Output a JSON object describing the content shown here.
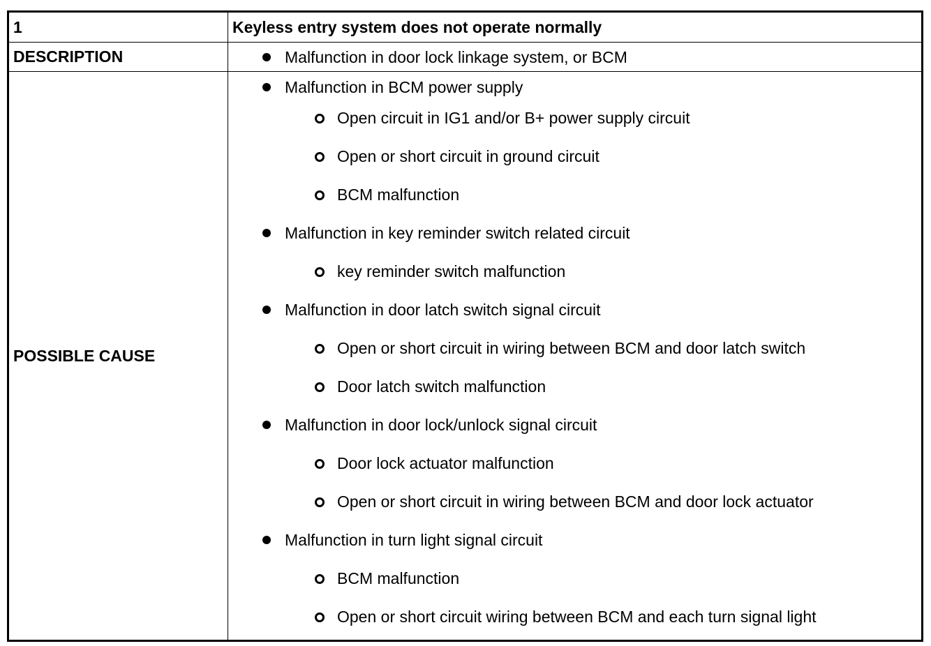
{
  "header": {
    "number": "1",
    "title": "Keyless entry system does not operate normally"
  },
  "description": {
    "label": "DESCRIPTION",
    "text": "Malfunction in door lock linkage system, or BCM"
  },
  "possible_cause": {
    "label": "POSSIBLE CAUSE",
    "items": [
      {
        "level": 1,
        "text": "Malfunction in BCM power supply"
      },
      {
        "level": 2,
        "text": "Open circuit in IG1 and/or B+ power supply circuit"
      },
      {
        "level": 2,
        "text": "Open or short circuit in ground circuit"
      },
      {
        "level": 2,
        "text": "BCM malfunction"
      },
      {
        "level": 1,
        "text": "Malfunction in key reminder switch related circuit"
      },
      {
        "level": 2,
        "text": "key reminder switch malfunction"
      },
      {
        "level": 1,
        "text": "Malfunction in door latch switch signal circuit"
      },
      {
        "level": 2,
        "text": "Open or short circuit in wiring between BCM and door latch switch"
      },
      {
        "level": 2,
        "text": "Door latch switch malfunction"
      },
      {
        "level": 1,
        "text": "Malfunction in door lock/unlock signal circuit"
      },
      {
        "level": 2,
        "text": "Door lock actuator malfunction"
      },
      {
        "level": 2,
        "text": "Open or short circuit in wiring between BCM and door lock actuator"
      },
      {
        "level": 1,
        "text": "Malfunction in turn light signal circuit"
      },
      {
        "level": 2,
        "text": "BCM malfunction"
      },
      {
        "level": 2,
        "text": "Open or short circuit wiring between BCM and each turn signal light"
      }
    ]
  }
}
